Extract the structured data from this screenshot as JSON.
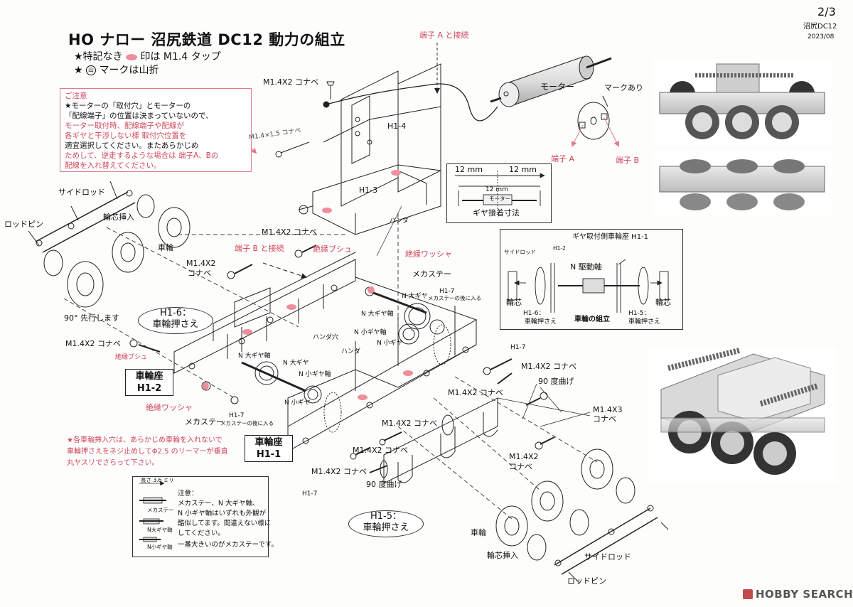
{
  "header": {
    "page": "2/3",
    "model": "沼尻DC12",
    "date": "2023/08",
    "title": "HO ナロー 沼尻鉄道 DC12 動力の組立",
    "legend_tap_prefix": "★特記なき",
    "legend_tap_suffix": "印は M1.4 タップ",
    "legend_fold_prefix": "★",
    "legend_fold_mark": "山",
    "legend_fold_suffix": "マークは山折"
  },
  "notice": {
    "heading": "ご注意",
    "lines": [
      "★モーターの「取付穴」とモーターの",
      "「配線端子」の位置は決まっていないので、",
      "モーター取付時、配線端子や配線が",
      "各ギヤと干渉しない様 取付穴位置を",
      "適宜選択してください。またあらかじめ",
      "ためして、逆走するような場合は 端子A、Bの",
      "配線を入れ替えてください。"
    ]
  },
  "labels": {
    "terminal_a_connect": "端子 A と接続",
    "terminal_b_connect": "端子 B と接続",
    "motor": "モーター",
    "mark_present": "マークあり",
    "terminal_a": "端子 A",
    "terminal_b": "端子 B",
    "screw_m14x2_top": "M1.4X2 コナベ",
    "screw_m14x15": "M1.4×1.5 コナベ",
    "h1_4": "H1-4",
    "h1_3": "H1-3",
    "solder": "ハンダ",
    "solder2": "ハンダ",
    "solder_hole": "ハンダ穴",
    "side_rod_left": "サイドロッド",
    "wheel_insert_left": "輪芯挿入",
    "rod_pin_left": "ロッドピン",
    "wheel_left": "車輪",
    "advance_90": "90° 先行します",
    "screw_left_1_a": "M1.4X2",
    "screw_left_1_b": "コナベ",
    "screw_mid_top": "M1.4X2 コナベ",
    "insulating_bush_top": "絶縁ブシュ",
    "insulating_washer_top": "絶縁ワッシャ",
    "mechastay_top": "メカステー",
    "n_big_gear": "N 大ギヤ",
    "n_big_gear_shaft": "N 大ギヤ軸",
    "n_small_gear_shaft": "N 小ギヤ軸",
    "n_small_gear": "N 小ギヤ",
    "h1_7_top": "H1-7",
    "h1_7_top_note": "メカステーの後に入る",
    "h1_7_right": "H1-7",
    "h1_6_a": "H1-6：",
    "h1_6_b": "車輪押さえ",
    "screw_left_2": "M1.4X2 コナベ",
    "insulating_bush_left": "絶縁ブシュ",
    "wheel_seat_h1_2_a": "車輪座",
    "wheel_seat_h1_2_b": "H1-2",
    "n_big_gear_shaft_2": "N 大ギヤ軸",
    "n_big_gear_2": "N 大ギヤ",
    "n_small_gear_shaft_2": "N 小ギヤ軸",
    "n_small_gear_2": "N 小ギヤ",
    "insulating_washer_left": "絶縁ワッシャ",
    "mechastay_left": "メカステー",
    "h1_7_left": "H1-7",
    "h1_7_left_note": "メカステーの後に入る",
    "screw_right_1": "M1.4X2 コナベ",
    "bend_90_right": "90 度曲げ",
    "screw_center": "M1.4X2 コナベ",
    "screw_m14x3_a": "M1.4X3",
    "screw_m14x3_b": "コナベ",
    "screw_low_1": "M1.4X2 コナベ",
    "screw_low_2": "M1.4X2 コナベ",
    "screw_low_3_a": "M1.4X2",
    "screw_low_3_b": "コナベ",
    "screw_low_4": "M1.4X2 コナベ",
    "h1_7_bottom": "H1-7",
    "bend_90_bottom": "90 度曲げ",
    "h1_5_a": "H1-5：",
    "h1_5_b": "車輪押さえ",
    "wheel_seat_h1_1_a": "車輪座",
    "wheel_seat_h1_1_b": "H1-1",
    "wheel_bottom": "車輪",
    "wheel_insert_bottom": "輪芯挿入",
    "side_rod_bottom": "サイドロッド",
    "rod_pin_bottom": "ロッドピン"
  },
  "reaming_note": [
    "★各車輪挿入穴は、あらかじめ車輪を入れないで",
    "車輪押さえをネジ止めしてΦ2.5 のリーマーが垂直",
    "丸ヤスリでさらって下さい。"
  ],
  "gear_dimension": {
    "left": "12 mm",
    "right": "12 mm",
    "inner": "12 mm",
    "motor": "モーター",
    "caption": "ギヤ接着寸法"
  },
  "wheel_assembly": {
    "gear_side_seat": "ギヤ取付側車輪座 H1-1",
    "side_rod": "サイドロッド",
    "h1_2": "H1-2",
    "n_drive_shaft": "N 駆動軸",
    "wheel_core_left": "輪芯",
    "wheel_core_right": "輪芯",
    "h1_6": "H1-6：",
    "h1_6_sub": "車輪押さえ",
    "caption": "車輪の組立",
    "h1_5": "H1-5：",
    "h1_5_sub": "車輪押さえ"
  },
  "shaft_note": {
    "length": "長さ 3.6 ミリ",
    "mechastay": "メカステー",
    "n_big": "N大ギヤ軸",
    "n_small": "N小ギヤ軸",
    "lines": [
      "注意：",
      "メカステー、N 大ギヤ軸、",
      "N 小ギヤ軸はいずれも外観が",
      "酷似してます。間違えない様に",
      "してください。",
      "一番大きいのがメカステーです。"
    ]
  },
  "watermark": "HOBBY SEARCH",
  "colors": {
    "accent_red": "#d0475c",
    "pink_dot": "#ee8f9b",
    "line": "#222222"
  }
}
